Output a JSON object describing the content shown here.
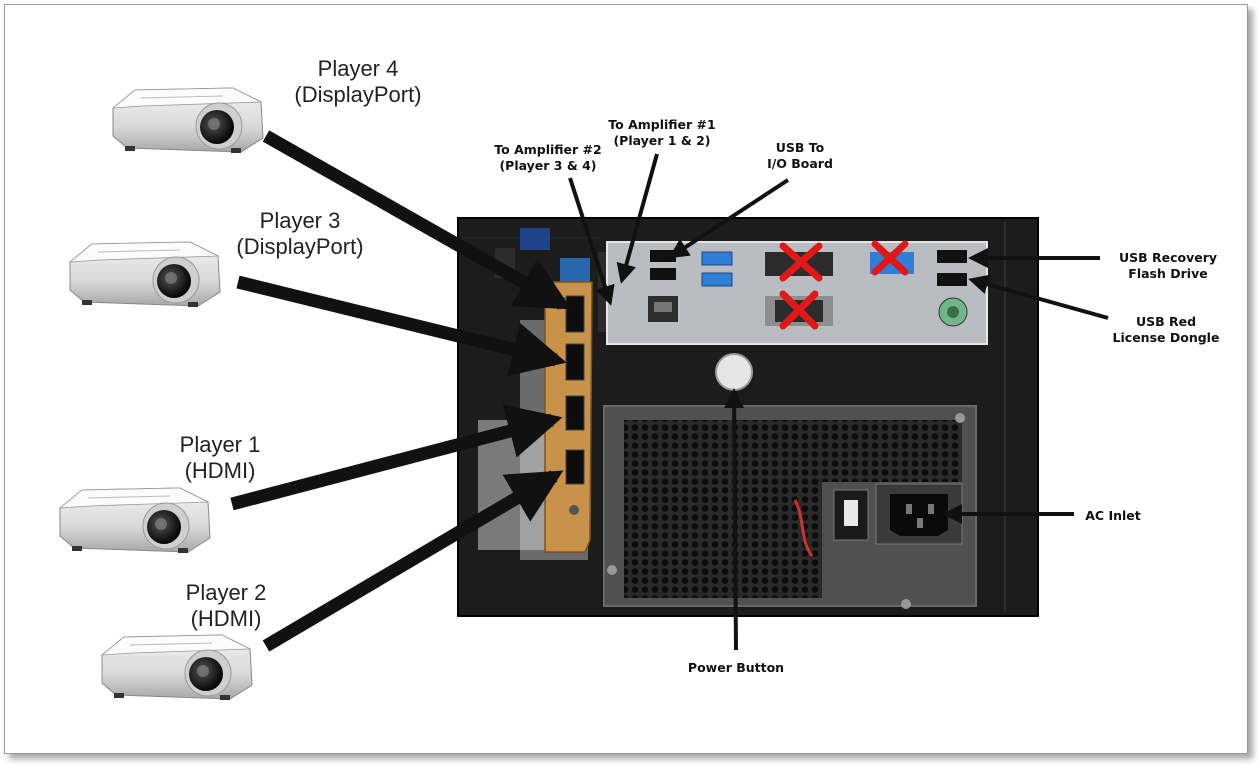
{
  "diagram": {
    "players": [
      {
        "name": "Player 4",
        "port": "(DisplayPort)"
      },
      {
        "name": "Player 3",
        "port": "(DisplayPort)"
      },
      {
        "name": "Player 1",
        "port": "(HDMI)"
      },
      {
        "name": "Player 2",
        "port": "(HDMI)"
      }
    ],
    "callouts": {
      "amp2": {
        "line1": "To Amplifier #2",
        "line2": "(Player 3 & 4)"
      },
      "amp1": {
        "line1": "To Amplifier #1",
        "line2": "(Player 1 & 2)"
      },
      "usb_io": {
        "line1": "USB To",
        "line2": "I/O Board"
      },
      "usb_recovery": {
        "line1": "USB Recovery",
        "line2": "Flash Drive"
      },
      "usb_dongle": {
        "line1": "USB Red",
        "line2": "License Dongle"
      },
      "ac_inlet": "AC Inlet",
      "power_button": "Power Button"
    },
    "colors": {
      "chassis": "#1c1c1c",
      "io_plate": "#b9bcc0",
      "gpu_bracket": "#c8924a",
      "disabled_mark": "#e01818",
      "usb3_blue": "#2f7fd6"
    }
  }
}
